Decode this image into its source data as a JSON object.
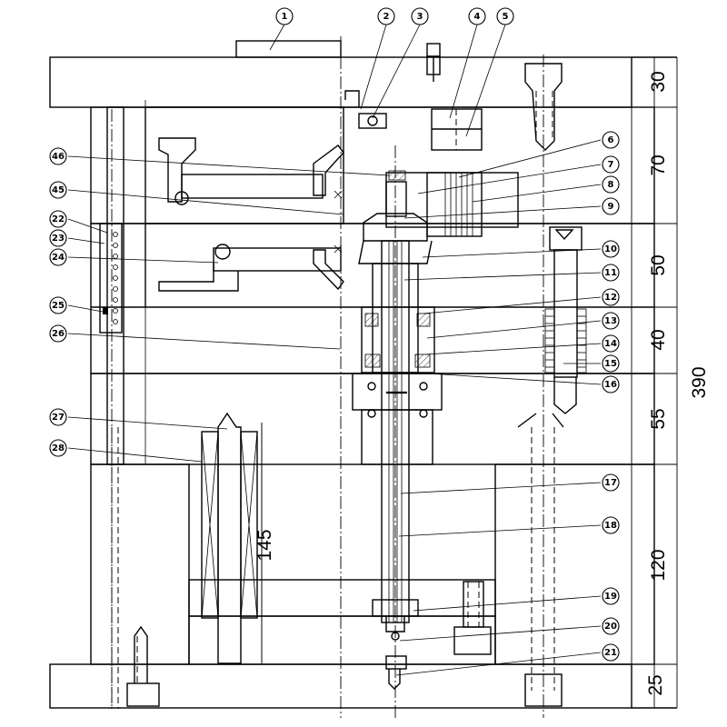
{
  "callouts": [
    {
      "num": "1"
    },
    {
      "num": "2"
    },
    {
      "num": "3"
    },
    {
      "num": "4"
    },
    {
      "num": "5"
    },
    {
      "num": "6"
    },
    {
      "num": "7"
    },
    {
      "num": "8"
    },
    {
      "num": "9"
    },
    {
      "num": "10"
    },
    {
      "num": "11"
    },
    {
      "num": "12"
    },
    {
      "num": "13"
    },
    {
      "num": "14"
    },
    {
      "num": "15"
    },
    {
      "num": "16"
    },
    {
      "num": "17"
    },
    {
      "num": "18"
    },
    {
      "num": "19"
    },
    {
      "num": "20"
    },
    {
      "num": "21"
    },
    {
      "num": "22"
    },
    {
      "num": "23"
    },
    {
      "num": "24"
    },
    {
      "num": "25"
    },
    {
      "num": "26"
    },
    {
      "num": "27"
    },
    {
      "num": "28"
    },
    {
      "num": "45"
    },
    {
      "num": "46"
    }
  ],
  "dimensions": {
    "right": [
      "30",
      "70",
      "50",
      "40",
      "55",
      "120",
      "25"
    ],
    "overall": "390",
    "stroke": "145"
  }
}
